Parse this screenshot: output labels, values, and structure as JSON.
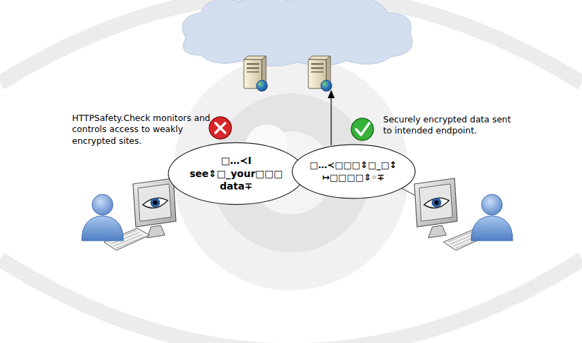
{
  "diagram": {
    "nodes": [
      {
        "text": [
          "□…≺I see⇕□_your□□□ data∓"
        ]
      },
      {
        "text": [
          "□…≺□□□⇕□_□↕ ↦□□□□⇕◦∓"
        ]
      }
    ],
    "labels": [
      "HTTPSafety.Check monitors and controls access to weakly encrypted sites.",
      "Securely encrypted data sent to intended endpoint."
    ]
  }
}
